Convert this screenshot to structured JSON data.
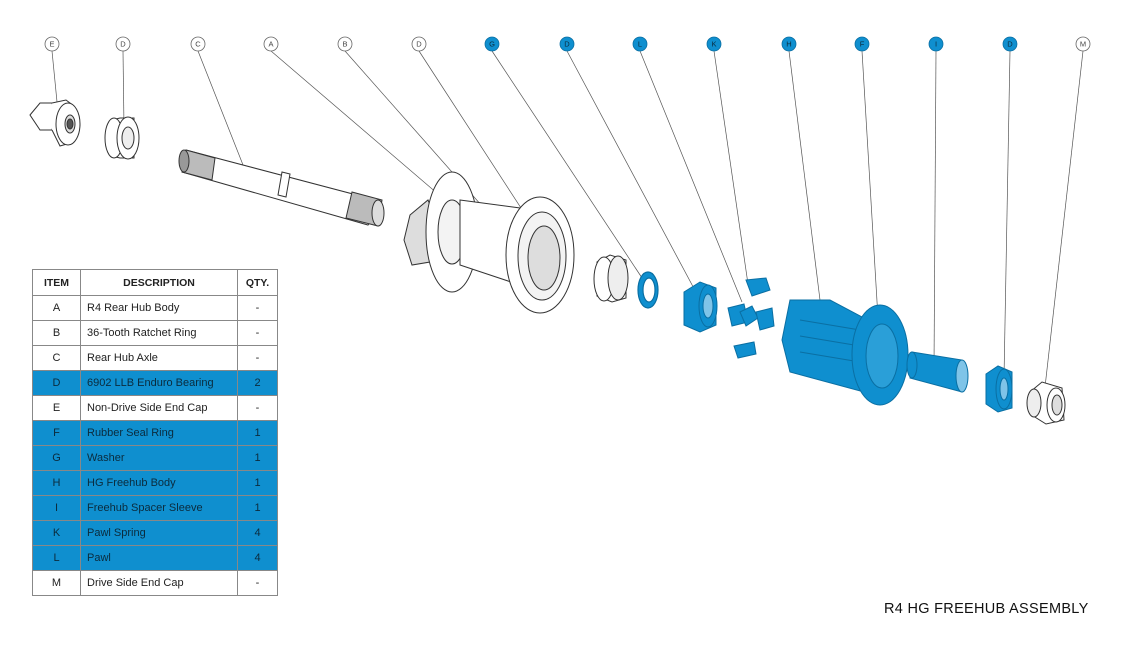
{
  "title": "R4 HG FREEHUB ASSEMBLY",
  "colors": {
    "highlight": "#0f8fcf",
    "highlight_dark": "#0a6fa3",
    "line": "#444444"
  },
  "callouts": [
    "E",
    "D",
    "C",
    "A",
    "B",
    "D",
    "G",
    "D",
    "L",
    "K",
    "H",
    "F",
    "I",
    "D",
    "M"
  ],
  "callout_highlight": [
    false,
    false,
    false,
    false,
    false,
    false,
    true,
    true,
    true,
    true,
    true,
    true,
    true,
    true,
    false
  ],
  "table": {
    "headers": {
      "item": "ITEM",
      "description": "DESCRIPTION",
      "qty": "QTY."
    },
    "rows": [
      {
        "item": "A",
        "description": "R4 Rear Hub Body",
        "qty": "-",
        "highlight": false
      },
      {
        "item": "B",
        "description": "36-Tooth Ratchet Ring",
        "qty": "-",
        "highlight": false
      },
      {
        "item": "C",
        "description": "Rear Hub Axle",
        "qty": "-",
        "highlight": false
      },
      {
        "item": "D",
        "description": "6902 LLB Enduro Bearing",
        "qty": "2",
        "highlight": true
      },
      {
        "item": "E",
        "description": "Non-Drive Side End Cap",
        "qty": "-",
        "highlight": false
      },
      {
        "item": "F",
        "description": "Rubber Seal Ring",
        "qty": "1",
        "highlight": true
      },
      {
        "item": "G",
        "description": "Washer",
        "qty": "1",
        "highlight": true
      },
      {
        "item": "H",
        "description": "HG Freehub Body",
        "qty": "1",
        "highlight": true
      },
      {
        "item": "I",
        "description": "Freehub Spacer Sleeve",
        "qty": "1",
        "highlight": true
      },
      {
        "item": "K",
        "description": "Pawl Spring",
        "qty": "4",
        "highlight": true
      },
      {
        "item": "L",
        "description": "Pawl",
        "qty": "4",
        "highlight": true
      },
      {
        "item": "M",
        "description": "Drive Side End Cap",
        "qty": "-",
        "highlight": false
      }
    ]
  }
}
